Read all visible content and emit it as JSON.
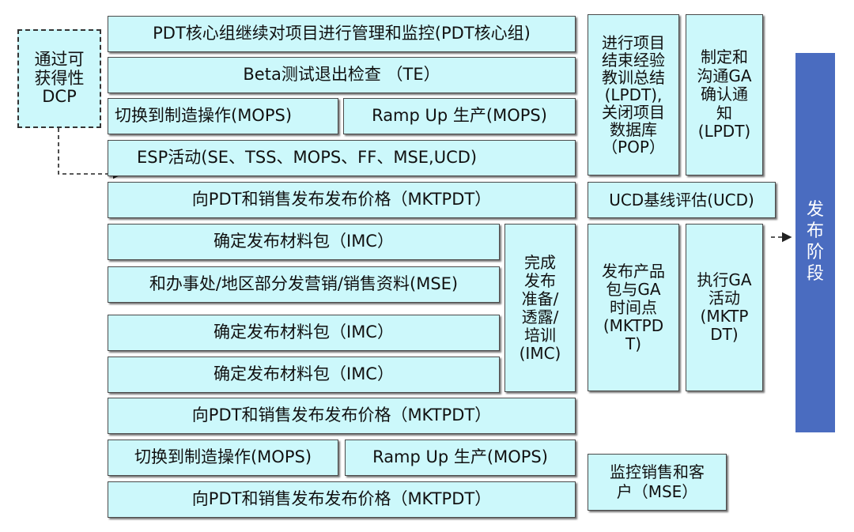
{
  "dcp_box": {
    "lines": [
      "通过可",
      "获得性",
      "DCP"
    ]
  },
  "rows": {
    "r1": "PDT核心组继续对项目进行管理和监控(PDT核心组)",
    "r2": "Beta测试退出检查 （TE）",
    "r3a": "切换到制造操作(MOPS)",
    "r3b": "Ramp Up 生产(MOPS)",
    "r4": "ESP活动(SE、TSS、MOPS、FF、MSE,UCD)",
    "r5": "向PDT和销售发布发布价格（MKTPDT）",
    "r6": "确定发布材料包（IMC）",
    "r7": "和办事处/地区部分发营销/销售资料(MSE)",
    "r8": "确定发布材料包（IMC）",
    "r9": "确定发布材料包（IMC）",
    "r10": "向PDT和销售发布发布价格（MKTPDT）",
    "r11a": "切换到制造操作(MOPS)",
    "r11b": "Ramp Up 生产(MOPS)",
    "r12": "向PDT和销售发布发布价格（MKTPDT）"
  },
  "release_prep": {
    "lines": [
      "完成",
      "发布",
      "准备/",
      "透露/",
      "培训",
      "(IMC)"
    ]
  },
  "project_close": {
    "lines": [
      "进行项目",
      "结束经验",
      "教训总结",
      "(LPDT),",
      "关闭项目",
      "数据库",
      "（POP）"
    ]
  },
  "ga_confirm": {
    "lines": [
      "制定和",
      "沟通GA",
      "确认通",
      "知",
      "(LPDT)"
    ]
  },
  "ucd_baseline": "UCD基线评估(UCD)",
  "ga_time": {
    "lines": [
      "发布产品",
      "包与GA",
      "时间点",
      "(MKTPD",
      "T)"
    ]
  },
  "ga_activity": {
    "lines": [
      "执行GA",
      "活动",
      "(MKTP",
      "DT)"
    ]
  },
  "monitor": {
    "lines": [
      "监控销售和客",
      "户（MSE）"
    ]
  },
  "phase_bar": {
    "lines": [
      "发",
      "布",
      "阶",
      "段"
    ]
  },
  "colors": {
    "box_fill": "#ccf8fb",
    "box_border": "#4a4a4a",
    "phase_bar": "#4a6cc0"
  }
}
